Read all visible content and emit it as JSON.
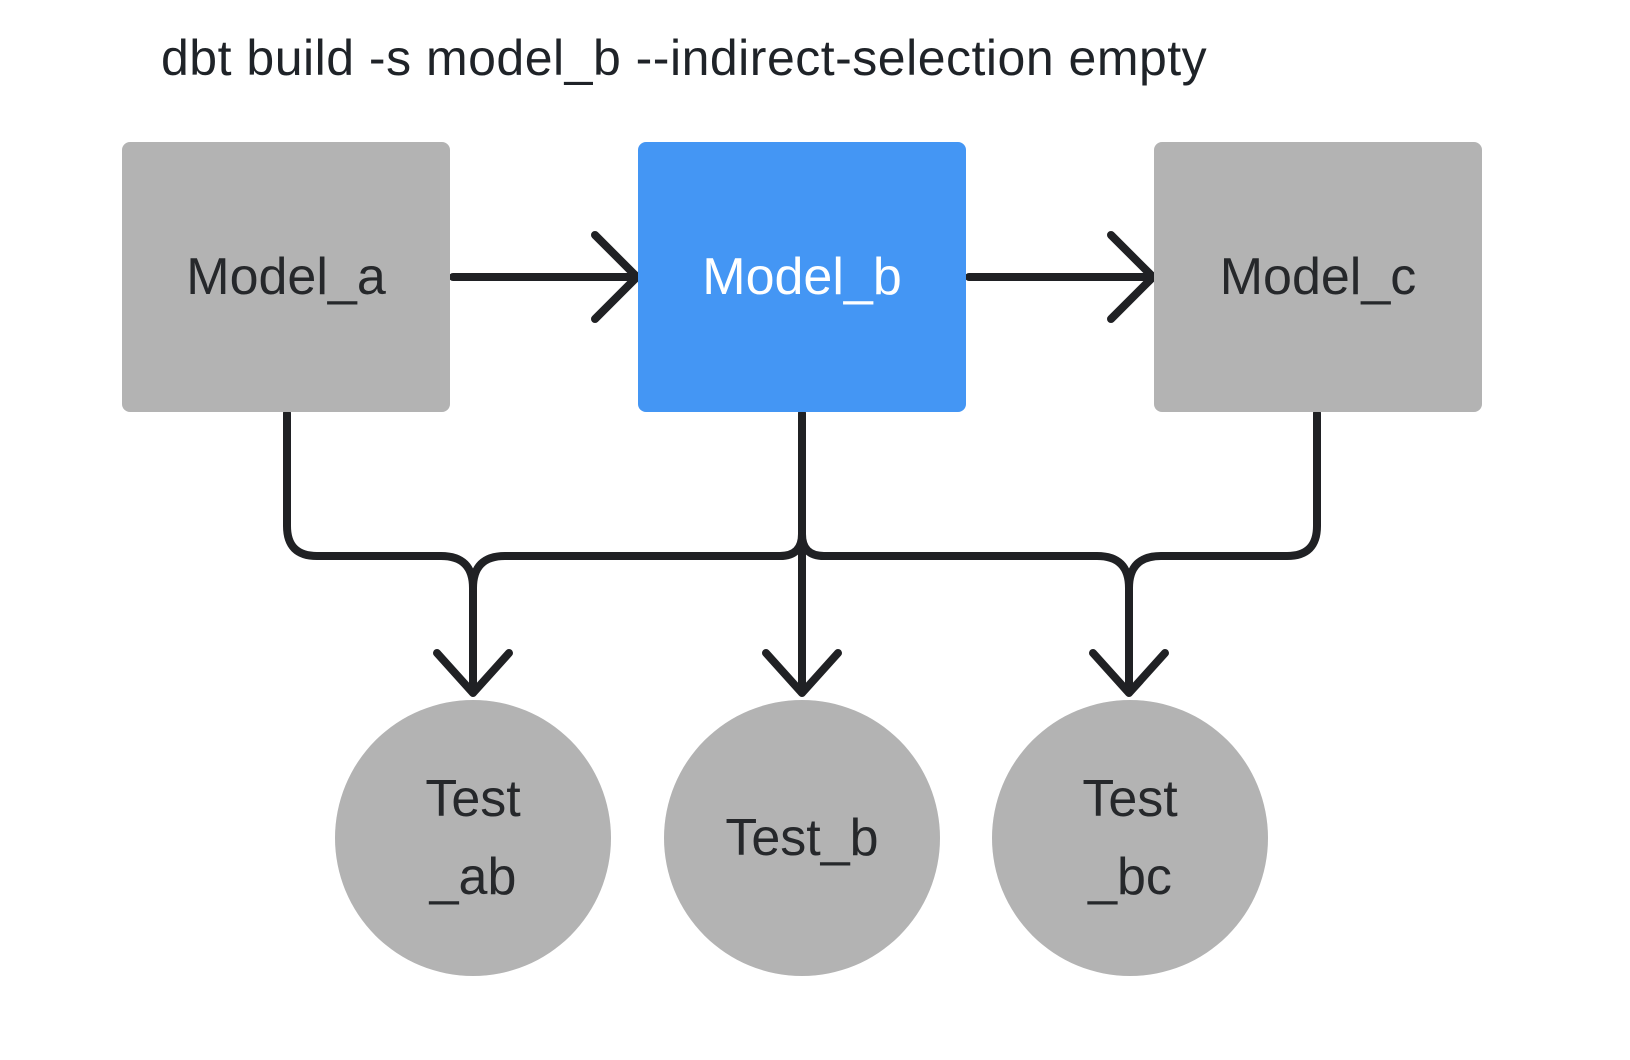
{
  "title": "dbt build -s model_b --indirect-selection empty",
  "colors": {
    "background": "#ffffff",
    "node_gray": "#b3b3b3",
    "selected_blue": "#4496f4",
    "edge_dark": "#202124",
    "label_dark": "#26282b",
    "label_light": "#ffffff",
    "title_dark": "#1f2328"
  },
  "nodes": {
    "model_a": {
      "label": "Model_a",
      "kind": "model",
      "selected": false
    },
    "model_b": {
      "label": "Model_b",
      "kind": "model",
      "selected": true
    },
    "model_c": {
      "label": "Model_c",
      "kind": "model",
      "selected": false
    },
    "test_ab": {
      "label": "Test\n_ab",
      "kind": "test"
    },
    "test_b": {
      "label": "Test_b",
      "kind": "test"
    },
    "test_bc": {
      "label": "Test\n_bc",
      "kind": "test"
    }
  },
  "edges": [
    {
      "from": "model_a",
      "to": "model_b"
    },
    {
      "from": "model_b",
      "to": "model_c"
    },
    {
      "from": "model_a",
      "to": "test_ab"
    },
    {
      "from": "model_b",
      "to": "test_ab"
    },
    {
      "from": "model_b",
      "to": "test_b"
    },
    {
      "from": "model_b",
      "to": "test_bc"
    },
    {
      "from": "model_c",
      "to": "test_bc"
    }
  ]
}
